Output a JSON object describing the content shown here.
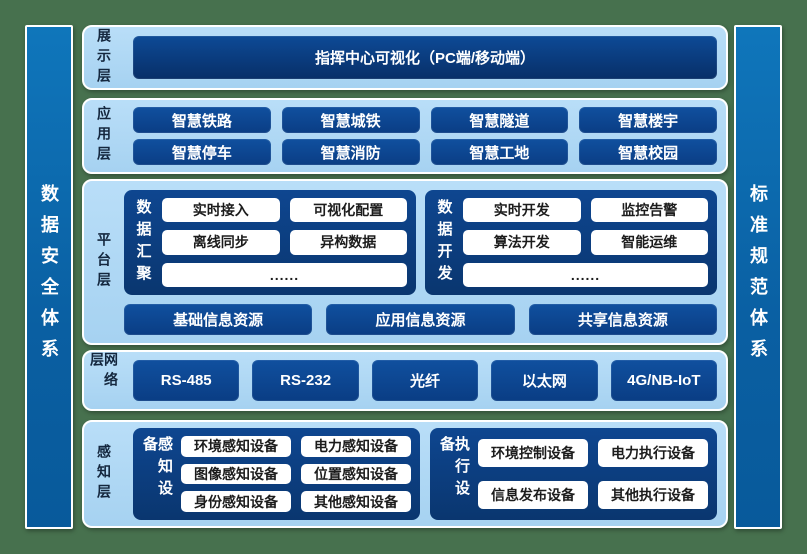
{
  "colors": {
    "background_green": "#47714e",
    "panel_light_blue": "#a9d4f2",
    "pillar_blue": "#0c6cb0",
    "box_navy": "#0c4490",
    "command_navy": "#0a3c80",
    "white_box": "#ffffff"
  },
  "sidebars": {
    "left_label": "数据安全体系",
    "right_label": "标准规范体系"
  },
  "display_layer": {
    "label": "展示层",
    "command_box": "指挥中心可视化（PC端/移动端）"
  },
  "application_layer": {
    "label": "应用层",
    "apps": [
      "智慧铁路",
      "智慧城铁",
      "智慧隧道",
      "智慧楼宇",
      "智慧停车",
      "智慧消防",
      "智慧工地",
      "智慧校园"
    ]
  },
  "platform_layer": {
    "label": "平台层",
    "aggregation": {
      "label": "数据汇聚",
      "items": [
        "实时接入",
        "可视化配置",
        "离线同步",
        "异构数据",
        "......"
      ]
    },
    "development": {
      "label": "数据开发",
      "items": [
        "实时开发",
        "监控告警",
        "算法开发",
        "智能运维",
        "......"
      ]
    },
    "resources": [
      "基础信息资源",
      "应用信息资源",
      "共享信息资源"
    ]
  },
  "network_layer": {
    "label": "网络层",
    "protocols": [
      "RS-485",
      "RS-232",
      "光纤",
      "以太网",
      "4G/NB-IoT"
    ]
  },
  "perception_layer": {
    "label": "感知层",
    "sensing": {
      "label": "感知设备",
      "items": [
        "环境感知设备",
        "电力感知设备",
        "图像感知设备",
        "位置感知设备",
        "身份感知设备",
        "其他感知设备"
      ]
    },
    "execution": {
      "label": "执行设备",
      "items": [
        "环境控制设备",
        "电力执行设备",
        "信息发布设备",
        "其他执行设备"
      ]
    }
  }
}
